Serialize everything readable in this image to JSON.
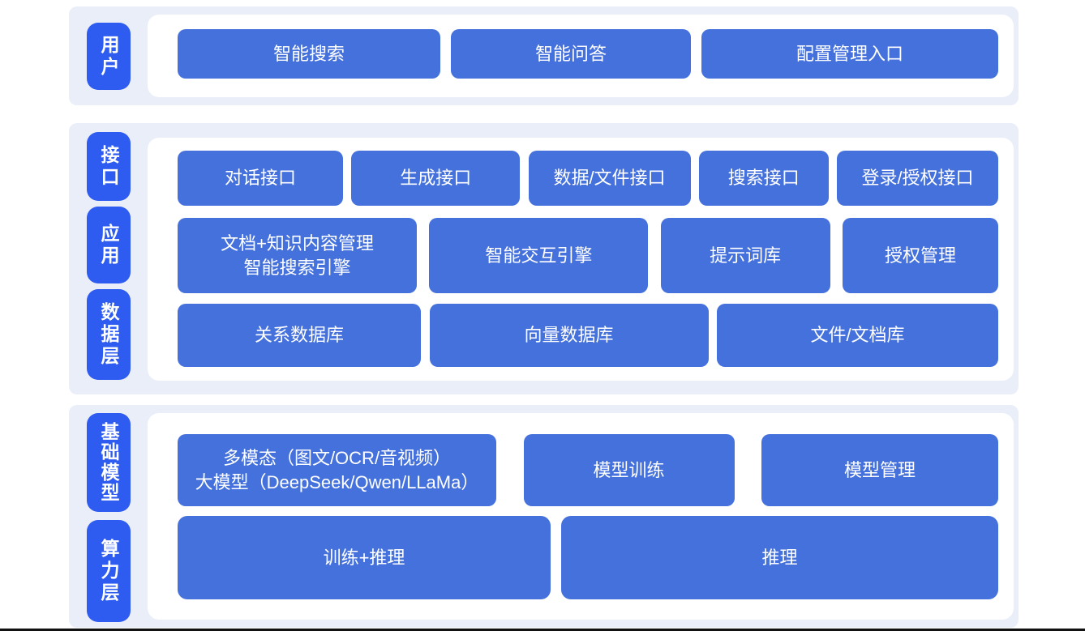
{
  "colors": {
    "page_bg": "#ffffff",
    "section_bg": "#e9eef8",
    "layer_label_bg": "#2e5bf0",
    "node_bg": "#4571dd",
    "node_text": "#ffffff",
    "bottom_bar": "#111111"
  },
  "user_layer": {
    "label": "用户",
    "boxes": [
      {
        "label": "智能搜索"
      },
      {
        "label": "智能问答"
      },
      {
        "label": "配置管理入口"
      }
    ]
  },
  "platform_layer": {
    "labels": [
      "接口",
      "应用",
      "数据层"
    ],
    "interface_row": [
      {
        "label": "对话接口"
      },
      {
        "label": "生成接口"
      },
      {
        "label": "数据/文件接口"
      },
      {
        "label": "搜索接口"
      },
      {
        "label": "登录/授权接口"
      }
    ],
    "app_row": [
      {
        "label": "文档+知识内容管理",
        "label2": "智能搜索引擎"
      },
      {
        "label": "智能交互引擎"
      },
      {
        "label": "提示词库"
      },
      {
        "label": "授权管理"
      }
    ],
    "data_row": [
      {
        "label": "关系数据库"
      },
      {
        "label": "向量数据库"
      },
      {
        "label": "文件/文档库"
      }
    ]
  },
  "foundation_layer": {
    "labels": [
      "基础模型",
      "算力层"
    ],
    "model_row": [
      {
        "label": "多模态（图文/OCR/音视频）",
        "label2": "大模型（DeepSeek/Qwen/LLaMa）"
      },
      {
        "label": "模型训练"
      },
      {
        "label": "模型管理"
      }
    ],
    "compute_row": [
      {
        "label": "训练+推理"
      },
      {
        "label": "推理"
      }
    ]
  }
}
